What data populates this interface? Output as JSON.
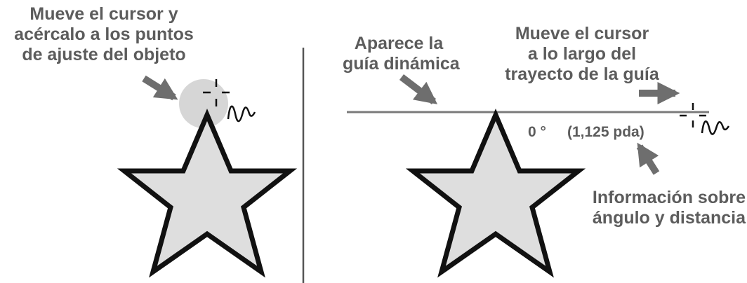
{
  "colors": {
    "text": "#5c5c5c",
    "arrow": "#6e6e6e",
    "guide": "#7a7a7a",
    "star_fill": "#dedede",
    "star_stroke": "#111111",
    "snap_circle": "#d6d6d6",
    "divider": "#555555"
  },
  "left_panel": {
    "caption_lines": [
      "Mueve el cursor y",
      "acércalo a los puntos",
      "de ajuste del objeto"
    ]
  },
  "right_panel": {
    "guide_caption_lines": [
      "Aparece la",
      "guía dinámica"
    ],
    "move_caption_lines": [
      "Mueve el cursor",
      "a lo largo del",
      "trayecto de la guía"
    ],
    "angle_readout": "0 °",
    "distance_readout": "(1,125 pda)",
    "info_caption_lines": [
      "Información sobre",
      "ángulo y distancia"
    ]
  },
  "icons": [
    "crosshair-cursor-icon",
    "squiggle-icon",
    "arrow-icon",
    "star-shape"
  ]
}
